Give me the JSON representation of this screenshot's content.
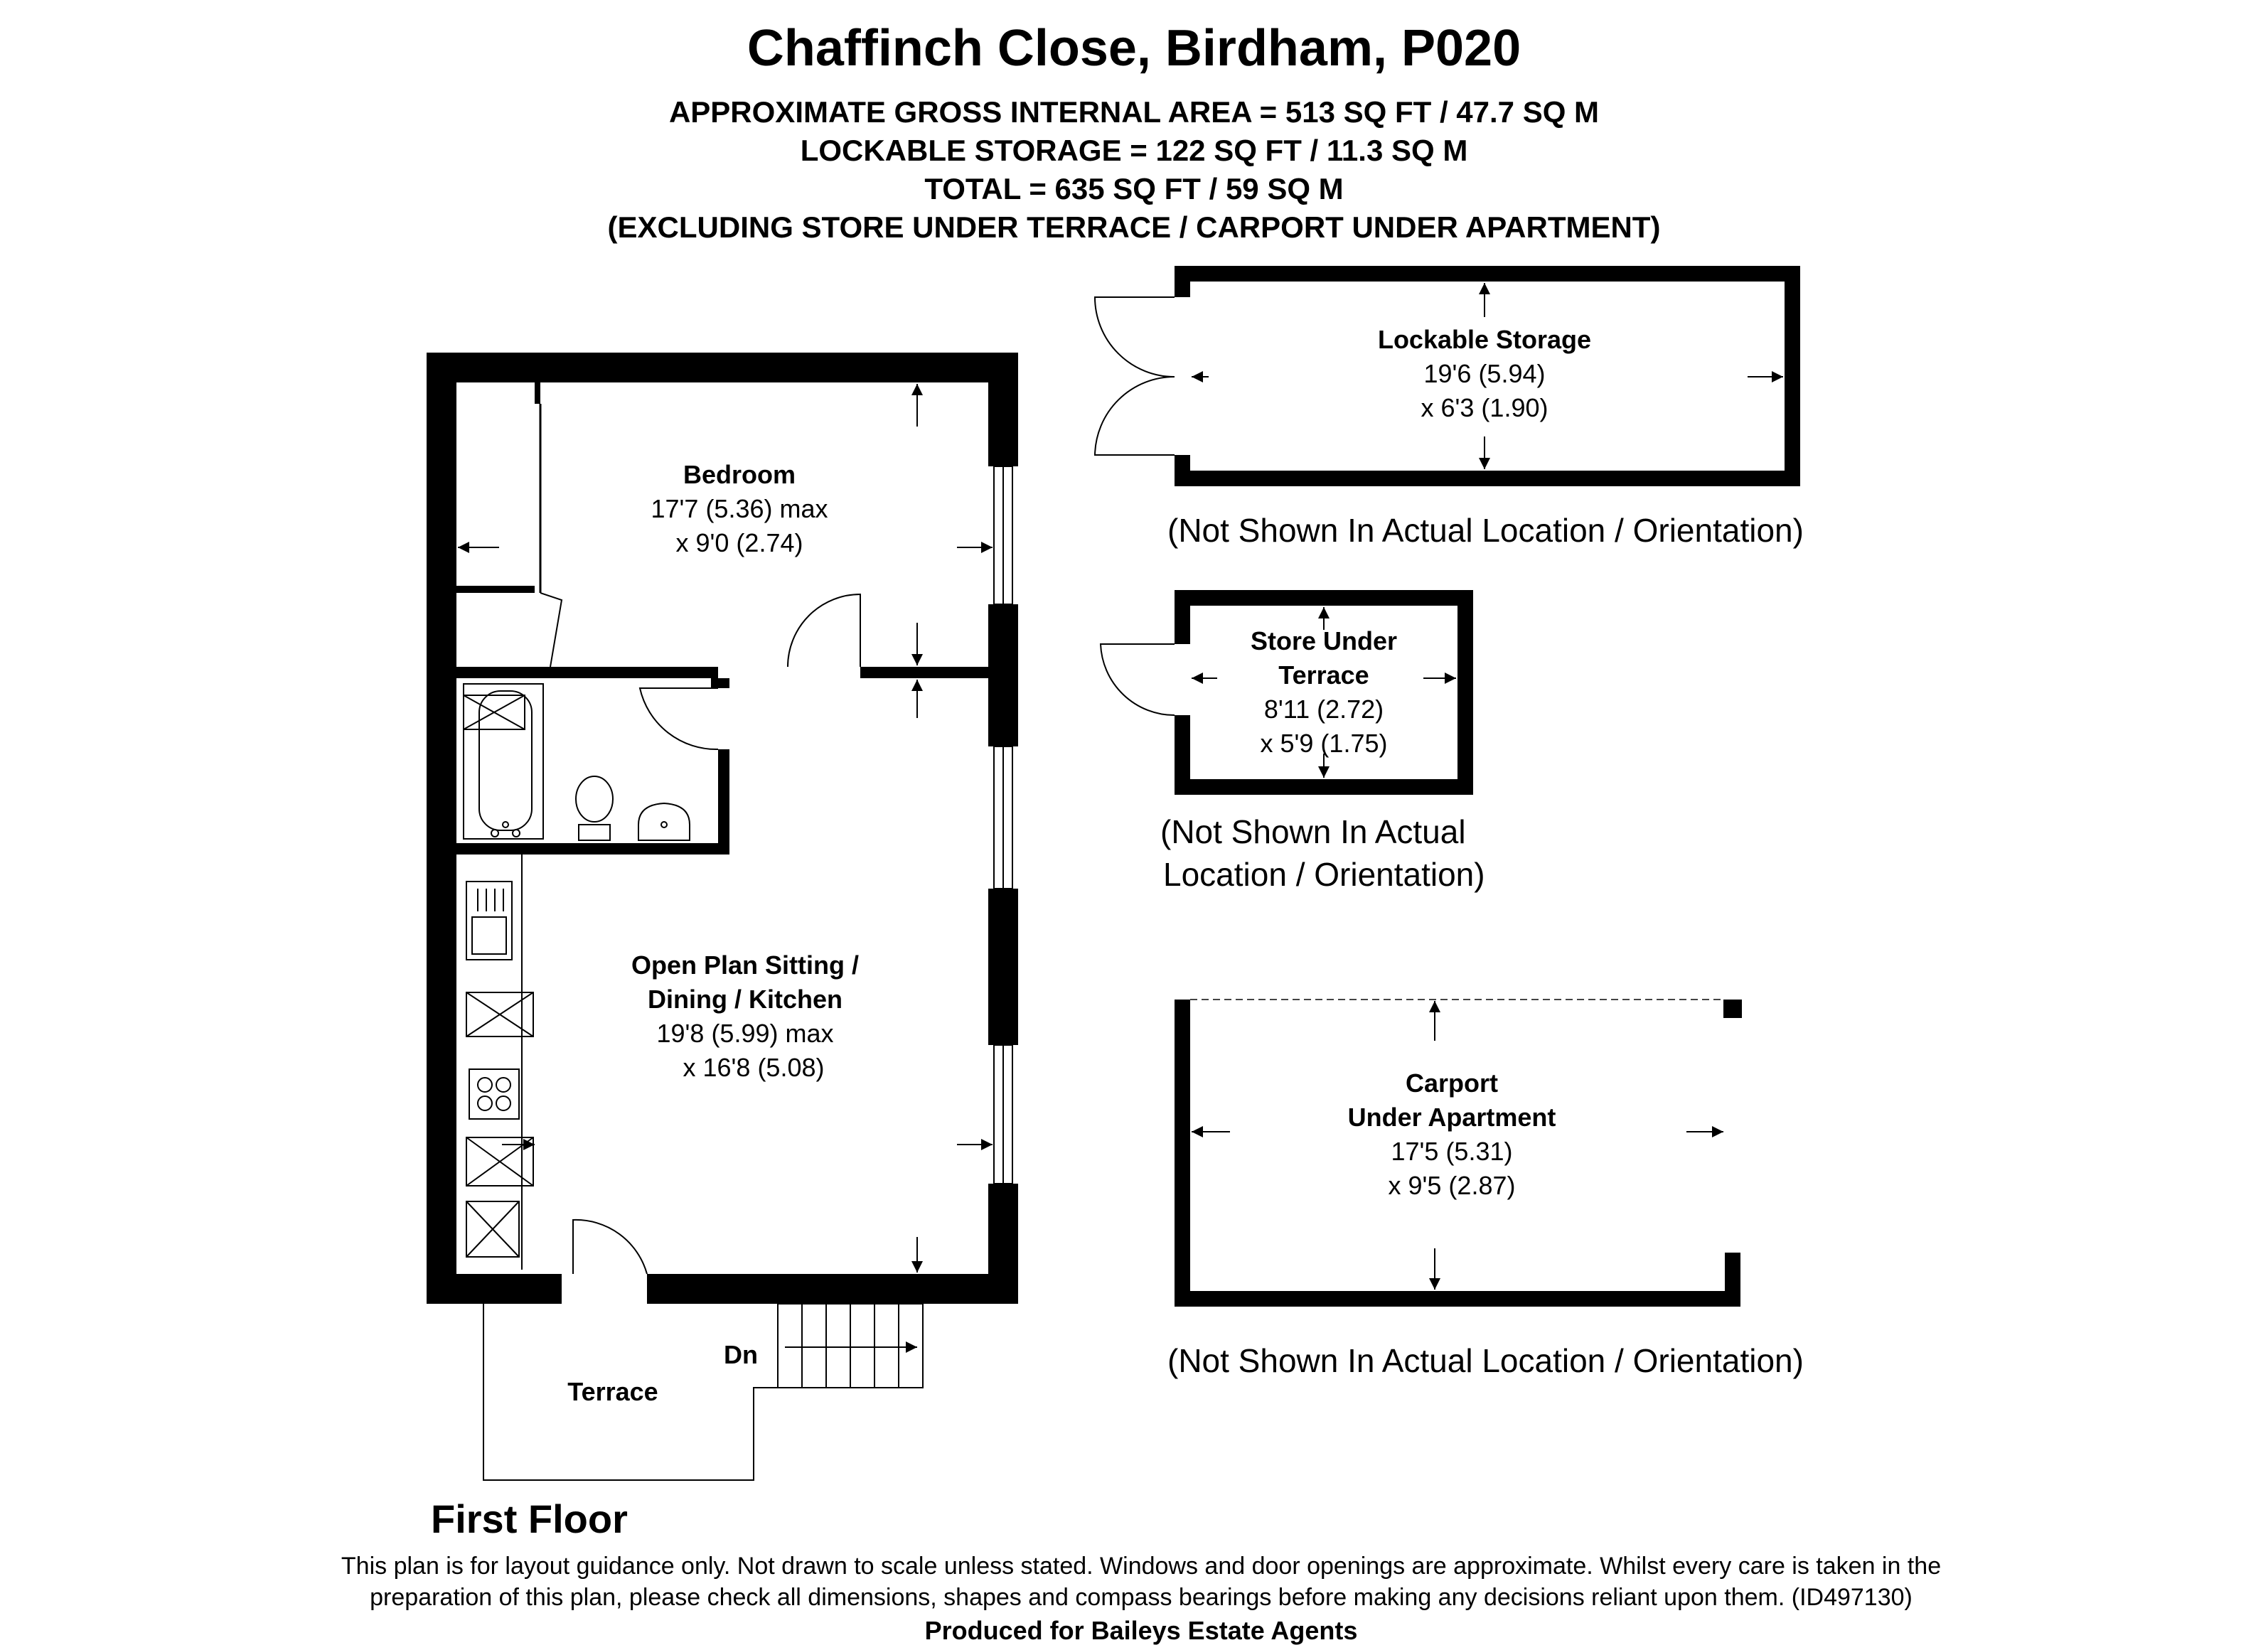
{
  "header": {
    "title": "Chaffinch Close, Birdham, P020",
    "lines": [
      "APPROXIMATE GROSS INTERNAL AREA = 513 SQ FT / 47.7 SQ M",
      "LOCKABLE STORAGE = 122 SQ FT / 11.3 SQ M",
      "TOTAL = 635 SQ FT / 59 SQ M",
      "(EXCLUDING STORE UNDER TERRACE / CARPORT UNDER APARTMENT)"
    ]
  },
  "rooms": {
    "bedroom": {
      "name": "Bedroom",
      "dim1": "17'7 (5.36) max",
      "dim2": "x 9'0 (2.74)"
    },
    "sitting": {
      "name1": "Open Plan Sitting /",
      "name2": "Dining / Kitchen",
      "dim1": "19'8 (5.99) max",
      "dim2": "x 16'8 (5.08)"
    },
    "terrace": {
      "name": "Terrace"
    },
    "stairs": {
      "label": "Dn"
    },
    "lockable": {
      "name": "Lockable Storage",
      "dim1": "19'6 (5.94)",
      "dim2": "x 6'3 (1.90)"
    },
    "store": {
      "name1": "Store Under",
      "name2": "Terrace",
      "dim1": "8'11 (2.72)",
      "dim2": "x 5'9 (1.75)"
    },
    "carport": {
      "name1": "Carport",
      "name2": "Under Apartment",
      "dim1": "17'5 (5.31)",
      "dim2": "x 9'5 (2.87)"
    }
  },
  "notes": {
    "lockable": "(Not Shown In Actual Location / Orientation)",
    "store1": "(Not Shown In Actual",
    "store2": "Location / Orientation)",
    "carport": "(Not Shown In Actual Location / Orientation)"
  },
  "floor_label": "First Floor",
  "footer": {
    "line1": "This plan is for layout guidance only. Not drawn to scale unless stated. Windows and door openings are approximate. Whilst every care is taken in the",
    "line2": "preparation of this plan, please check all dimensions, shapes and compass bearings before making any decisions reliant upon them. (ID497130)",
    "credit": "Produced for Baileys Estate Agents"
  }
}
